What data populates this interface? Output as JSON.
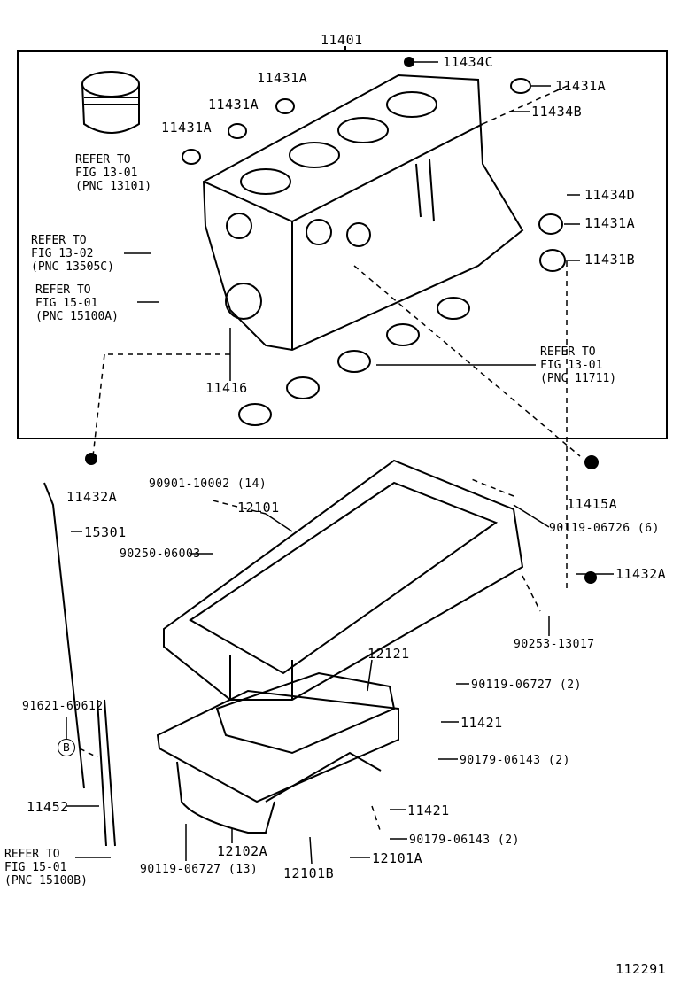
{
  "diagram_id": "112291",
  "parts": {
    "block": "11401",
    "p11434c": "11434C",
    "p11431a_1": "11431A",
    "p11431a_2": "11431A",
    "p11431a_3": "11431A",
    "p11431a_4": "11431A",
    "p11431a_5": "11431A",
    "p11434b": "11434B",
    "p11434d": "11434D",
    "p11431b": "11431B",
    "p11416": "11416",
    "p11432a_1": "11432A",
    "p11432a_2": "11432A",
    "p90901": "90901-10002 (14)",
    "p12101": "12101",
    "p15301": "15301",
    "p90250": "90250-06003",
    "p11415a": "11415A",
    "p90119_6": "90119-06726 (6)",
    "p90253": "90253-13017",
    "p12121": "12121",
    "p90119_2": "90119-06727 (2)",
    "p91621": "91621-60612",
    "p11421_1": "11421",
    "p90179_1": "90179-06143 (2)",
    "p11452": "11452",
    "p11421_2": "11421",
    "p90179_2": "90179-06143 (2)",
    "p12102a": "12102A",
    "p90119_13": "90119-06727 (13)",
    "p12101a": "12101A",
    "p12101b": "12101B",
    "callout_b": "B"
  },
  "refs": {
    "r1": [
      "REFER TO",
      "FIG 13-01",
      "(PNC 13101)"
    ],
    "r2": [
      "REFER TO",
      "FIG 13-02",
      "(PNC 13505C)"
    ],
    "r3": [
      "REFER TO",
      "FIG 15-01",
      "(PNC 15100A)"
    ],
    "r4": [
      "REFER TO",
      "FIG 13-01",
      "(PNC 11711)"
    ],
    "r5": [
      "REFER TO",
      "FIG 15-01",
      "(PNC 15100B)"
    ]
  }
}
